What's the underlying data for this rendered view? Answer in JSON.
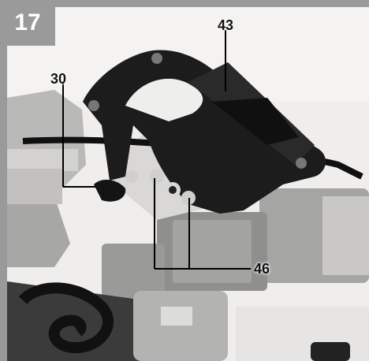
{
  "figure": {
    "number": "17"
  },
  "callouts": {
    "c30": "30",
    "c43": "43",
    "c46": "46"
  },
  "colors": {
    "border": "#9a9a9a",
    "background": "#efeeec",
    "handle": "#1c1c1c",
    "metal": "#9b9b9b"
  },
  "content": {
    "photo": "miter-saw-handle-detail"
  }
}
